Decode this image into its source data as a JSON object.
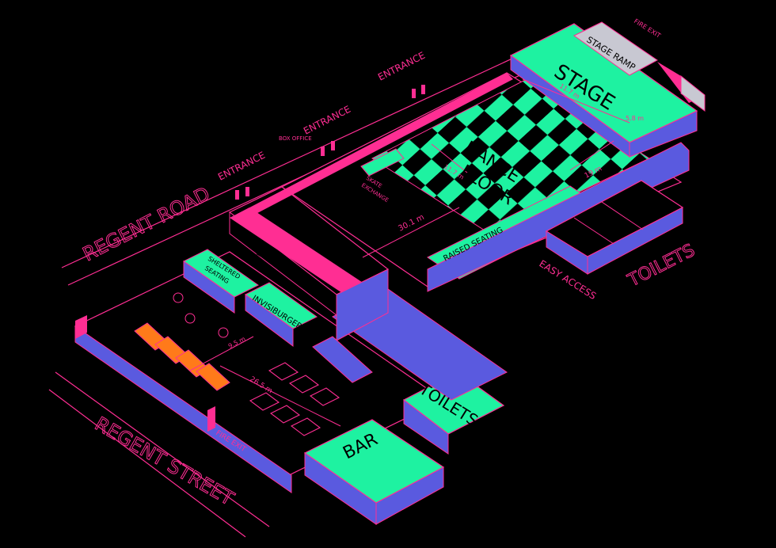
{
  "streets": {
    "road": "REGENT ROAD",
    "street": "REGENT STREET"
  },
  "labels": {
    "entrance": "ENTRANCE",
    "box_office": "BOX OFFICE",
    "skate_exchange_1": "SKATE",
    "skate_exchange_2": "EXCHANGE",
    "fire_exit": "FIRE EXIT",
    "stage_ramp": "STAGE RAMP",
    "stage": "STAGE",
    "dance_1": "DANCE",
    "dance_2": "FLOOR",
    "raised_seating": "RAISED SEATING",
    "bar": "BAR",
    "sheltered_1": "SHELTERED",
    "sheltered_2": "SEATING",
    "invisiburger": "INVISIBURGER",
    "toilets": "TOILETS",
    "easy_access": "EASY ACCESS"
  },
  "dimensions": {
    "stage_width": "11.7 m",
    "stage_depth": "5.8 m",
    "floor_length": "30.1 m",
    "floor_width": "11.7 m",
    "floor_depth": "19 m",
    "yard_length": "26.5 m",
    "yard_width": "9.5 m"
  },
  "colors": {
    "background": "#000000",
    "line": "#ff2e93",
    "floor": "#1ef2a1",
    "wall_side": "#5a5adf",
    "wall_top": "#ff2e93",
    "ramp": "#c8c8d2",
    "stair": "#ff7a1a"
  }
}
